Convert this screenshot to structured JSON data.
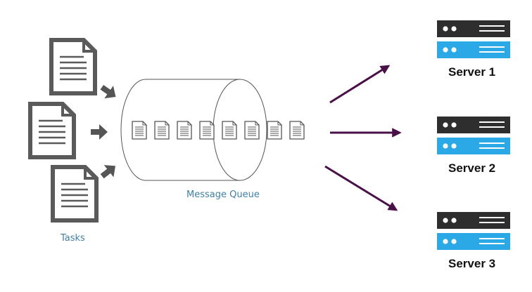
{
  "labels": {
    "tasks": "Tasks",
    "queue": "Message Queue"
  },
  "servers": [
    {
      "name": "Server 1"
    },
    {
      "name": "Server 2"
    },
    {
      "name": "Server 3"
    }
  ],
  "colors": {
    "doc_stroke": "#5a5a5a",
    "push_arrow": "#555555",
    "dispatch_arrow": "#4a1048",
    "server_dark": "#2e2e2e",
    "server_blue": "#2ba8e6",
    "label_blue": "#3f7fa6"
  },
  "icons": {
    "task": "document-icon",
    "queued_message": "small-document-icon",
    "server": "server-icon"
  }
}
